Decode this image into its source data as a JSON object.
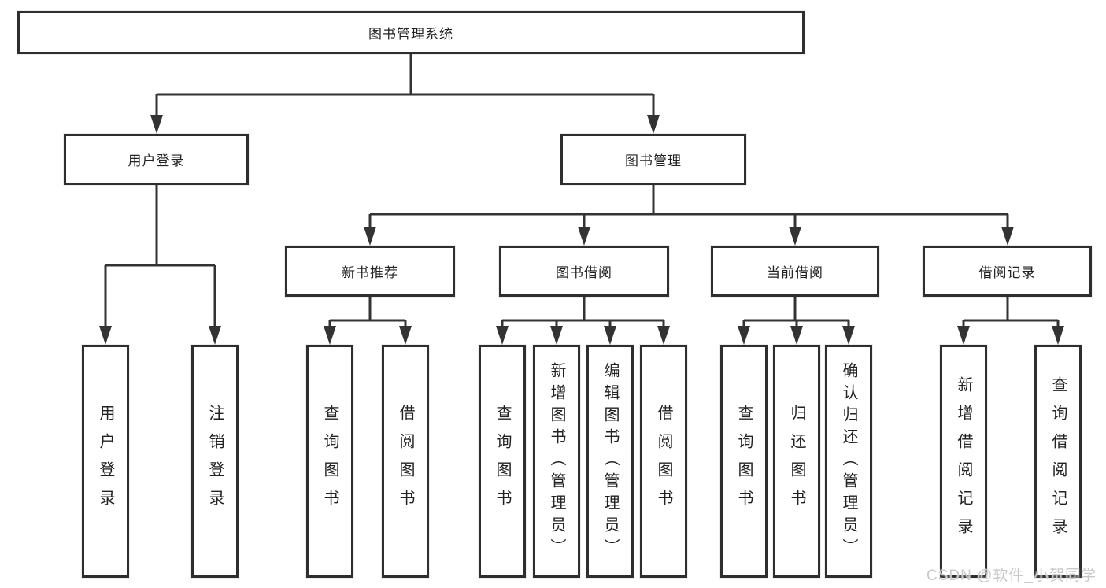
{
  "diagram": {
    "root": {
      "label": "图书管理系统"
    },
    "level2": [
      {
        "label": "用户登录"
      },
      {
        "label": "图书管理"
      }
    ],
    "level3": [
      {
        "label": "新书推荐"
      },
      {
        "label": "图书借阅"
      },
      {
        "label": "当前借阅"
      },
      {
        "label": "借阅记录"
      }
    ],
    "leaves": {
      "user_login": [
        {
          "label": "用户登录"
        },
        {
          "label": "注销登录"
        }
      ],
      "new_book": [
        {
          "label": "查询图书"
        },
        {
          "label": "借阅图书"
        }
      ],
      "book_borrow": [
        {
          "label": "查询图书"
        },
        {
          "label": "新增图书（管理员）"
        },
        {
          "label": "编辑图书（管理员）"
        },
        {
          "label": "借阅图书"
        }
      ],
      "current_borrow": [
        {
          "label": "查询图书"
        },
        {
          "label": "归还图书"
        },
        {
          "label": "确认归还（管理员）"
        }
      ],
      "borrow_record": [
        {
          "label": "新增借阅记录"
        },
        {
          "label": "查询借阅记录"
        }
      ]
    }
  },
  "watermark": {
    "text": "CSDN @软件_小贺同学"
  },
  "colors": {
    "line": "#333333",
    "border": "#2e2e2e",
    "text": "#222222",
    "watermark": "#c9c9c9",
    "background": "#ffffff"
  }
}
